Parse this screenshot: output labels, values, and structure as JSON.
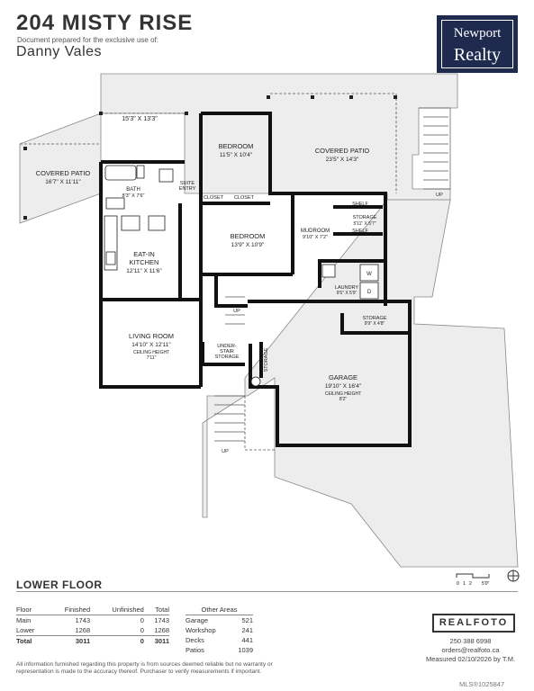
{
  "header": {
    "address": "204 MISTY RISE",
    "prepared_for": "Document prepared for the exclusive use of:",
    "client": "Danny Vales",
    "brand_line1": "Newport",
    "brand_line2": "Realty"
  },
  "rooms": {
    "bedroom1": {
      "name": "BEDROOM",
      "dims": "11'5\" X 10'4\""
    },
    "covered_patio_right": {
      "name": "COVERED PATIO",
      "dims": "23'5\" X 14'3\""
    },
    "covered_patio_left": {
      "name": "COVERED PATIO",
      "dims": "16'7\" X 11'11\""
    },
    "deck_top": {
      "dims": "15'3\" X 13'3\""
    },
    "bath": {
      "name": "BATH",
      "dims": "8'3\" X 7'6\""
    },
    "suite_entry": {
      "line1": "SUITE",
      "line2": "ENTRY"
    },
    "closet1": "CLOSET",
    "closet2": "CLOSET",
    "shelf1": "SHELF",
    "shelf2": "SHELF",
    "storage_small": {
      "name": "STORAGE",
      "dims": "5'11\" X 5'7\""
    },
    "mudroom": {
      "name": "MUDROOM",
      "dims": "9'10\" X 7'2\""
    },
    "bedroom2": {
      "name": "BEDROOM",
      "dims": "13'9\" X 10'9\""
    },
    "kitchen": {
      "line1": "EAT-IN",
      "line2": "KITCHEN",
      "dims": "12'11\" X 11'6\""
    },
    "laundry": {
      "name": "LAUNDRY",
      "dims": "9'5\" X 5'9\""
    },
    "storage_garage": {
      "name": "STORAGE",
      "dims": "9'9\" X 4'8\""
    },
    "living": {
      "name": "LIVING ROOM",
      "dims": "14'10\" X 12'11\"",
      "ceiling": "CEILING HEIGHT",
      "ceiling_val": "7'11\""
    },
    "understair": {
      "line1": "UNDER-",
      "line2": "STAIR",
      "line3": "STORAGE"
    },
    "storage_vertical": "STORAGE",
    "garage": {
      "name": "GARAGE",
      "dims": "19'10\" X 16'4\"",
      "ceiling": "CEILING HEIGHT",
      "ceiling_val": "8'2\""
    },
    "up_labels": [
      "UP",
      "UP",
      "UP"
    ],
    "appliance_w": "W",
    "appliance_d": "D"
  },
  "scale": {
    "ticks": [
      "0",
      "1",
      "2",
      "5'0\""
    ]
  },
  "floor_label": "LOWER FLOOR",
  "areas": {
    "headers": [
      "Floor",
      "Finished",
      "Unfinished",
      "Total"
    ],
    "rows": [
      [
        "Main",
        "1743",
        "0",
        "1743"
      ],
      [
        "Lower",
        "1268",
        "0",
        "1268"
      ]
    ],
    "total": [
      "Total",
      "3011",
      "0",
      "3011"
    ]
  },
  "other_areas": {
    "header": "Other Areas",
    "rows": [
      [
        "Garage",
        "521"
      ],
      [
        "Workshop",
        "241"
      ],
      [
        "Decks",
        "441"
      ],
      [
        "Patios",
        "1039"
      ]
    ]
  },
  "realfoto": {
    "brand": "REALFOTO",
    "phone": "250 388 6998",
    "email": "orders@realfoto.ca",
    "measured": "Measured 02/10/2026 by T.M."
  },
  "disclaimer": "All information furnished regarding this property is from sources deemed reliable but no warranty or representation is made to the accuracy thereof. Purchaser to verify measurements if important.",
  "mls": "MLS®1025847"
}
